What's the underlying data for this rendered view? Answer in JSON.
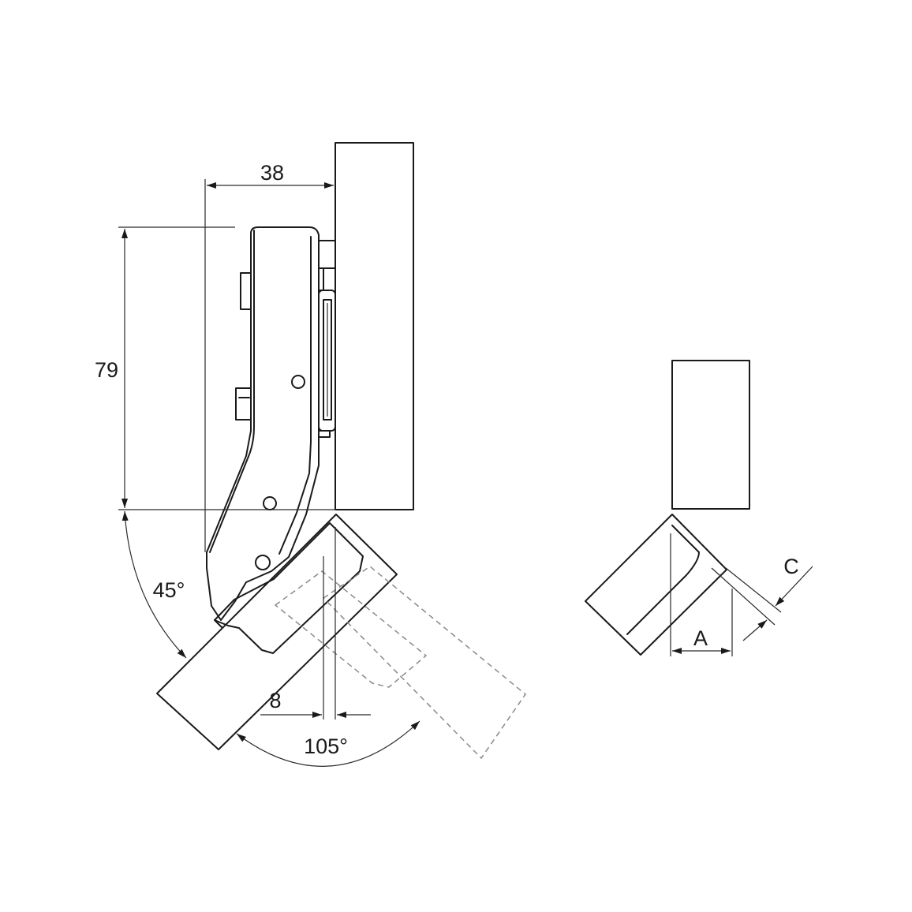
{
  "drawing": {
    "dimensions": {
      "width_38": "38",
      "height_79": "79",
      "angle_45": "45°",
      "offset_8": "8",
      "angle_105": "105°",
      "label_a": "A",
      "label_c": "C"
    },
    "colors": {
      "line": "#1a1a1a",
      "dashed": "#8a8a8a",
      "background": "#ffffff"
    }
  }
}
